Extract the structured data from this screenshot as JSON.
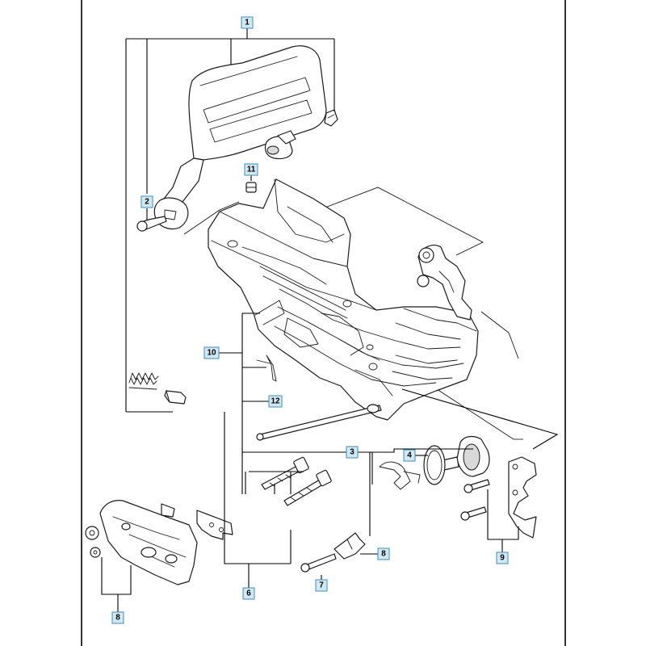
{
  "diagram": {
    "callouts": [
      {
        "id": "callout-1",
        "label": "1"
      },
      {
        "id": "callout-2",
        "label": "2"
      },
      {
        "id": "callout-11",
        "label": "11"
      },
      {
        "id": "callout-10",
        "label": "10"
      },
      {
        "id": "callout-12",
        "label": "12"
      },
      {
        "id": "callout-3",
        "label": "3"
      },
      {
        "id": "callout-4",
        "label": "4"
      },
      {
        "id": "callout-8-lower",
        "label": "8"
      },
      {
        "id": "callout-7",
        "label": "7"
      },
      {
        "id": "callout-6",
        "label": "6"
      },
      {
        "id": "callout-8-left",
        "label": "8"
      },
      {
        "id": "callout-9",
        "label": "9"
      }
    ]
  }
}
